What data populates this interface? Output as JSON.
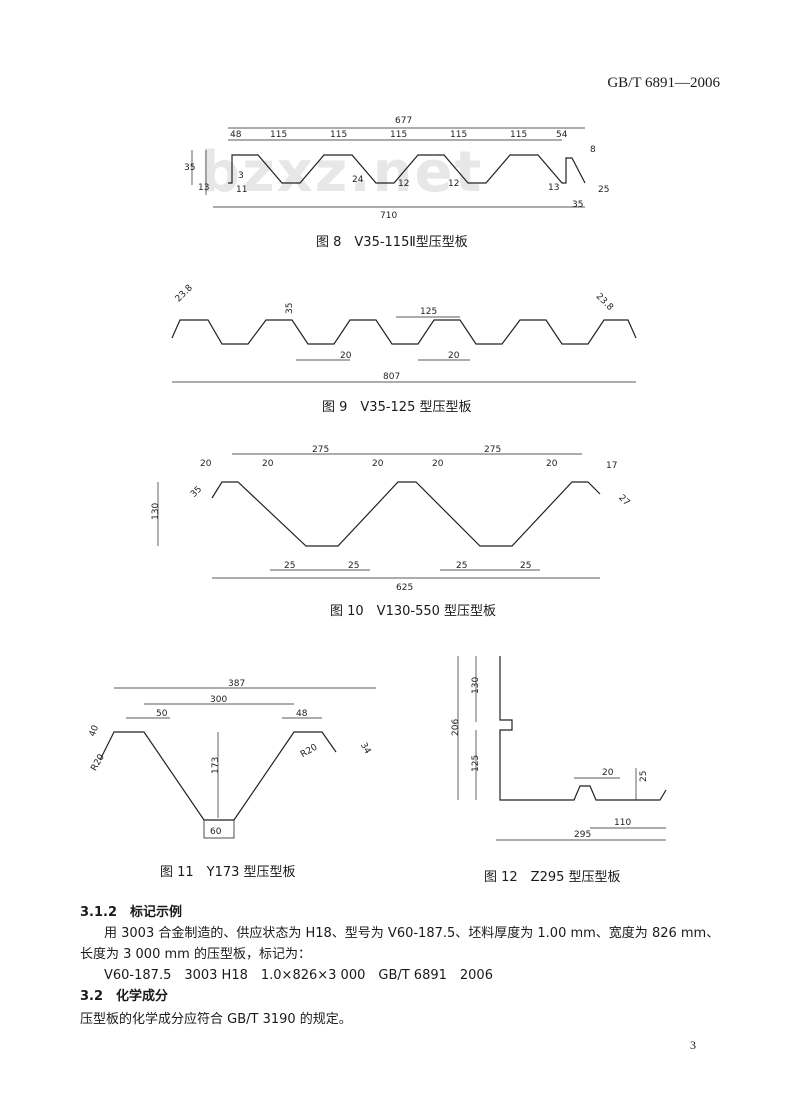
{
  "header": {
    "standard": "GB/T 6891—2006"
  },
  "watermark": "bzxz.net",
  "figures": {
    "fig8": {
      "caption": "图 8　V35-115Ⅱ型压型板",
      "dims": [
        "677",
        "48",
        "115",
        "115",
        "115",
        "115",
        "115",
        "54",
        "8",
        "35",
        "3",
        "24",
        "12",
        "12",
        "13",
        "11",
        "13",
        "25",
        "35",
        "710"
      ]
    },
    "fig9": {
      "caption": "图 9　V35-125 型压型板",
      "dims": [
        "23.8",
        "35",
        "125",
        "20",
        "20",
        "23.8",
        "807"
      ]
    },
    "fig10": {
      "caption": "图 10　V130-550 型压型板",
      "dims": [
        "275",
        "275",
        "20",
        "20",
        "20",
        "20",
        "20",
        "17",
        "35",
        "130",
        "27",
        "25",
        "25",
        "25",
        "25",
        "625"
      ]
    },
    "fig11": {
      "caption": "图 11　Y173 型压型板",
      "dims": [
        "387",
        "300",
        "50",
        "48",
        "40",
        "R20",
        "173",
        "R20",
        "34",
        "60"
      ]
    },
    "fig12": {
      "caption": "图 12　Z295 型压型板",
      "dims": [
        "130",
        "206",
        "125",
        "20",
        "25",
        "110",
        "295"
      ]
    }
  },
  "sections": {
    "s312_title": "3.1.2　标记示例",
    "s312_line1": "用 3003 合金制造的、供应状态为 H18、型号为 V60-187.5、坯料厚度为 1.00 mm、宽度为 826 mm、",
    "s312_line2": "长度为 3 000 mm 的压型板，标记为：",
    "s312_line3": "V60-187.5　3003 H18　1.0×826×3 000　GB/T 6891　2006",
    "s32_title": "3.2　化学成分",
    "s32_line1": "压型板的化学成分应符合 GB/T 3190 的规定。"
  },
  "footer": {
    "page": "3"
  }
}
